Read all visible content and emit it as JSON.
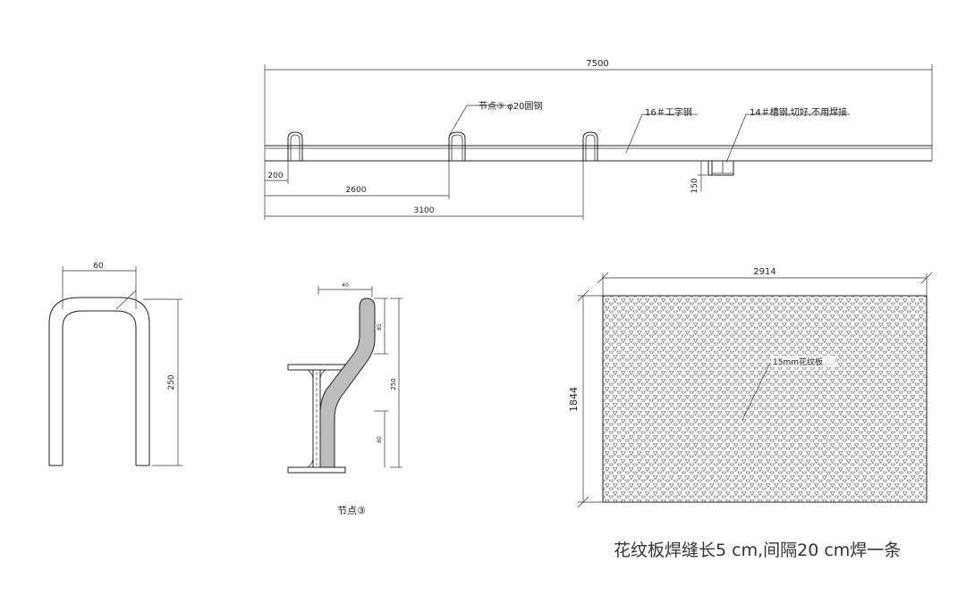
{
  "elevation": {
    "total_length": "7500",
    "edge_offset": "200",
    "dim_2600": "2600",
    "dim_3100": "3100",
    "channel_height": "150",
    "label_node": "节点③ φ20圆钢",
    "label_ibeam": "16＃工字钢",
    "label_channel": "14＃槽钢,切好,不用焊接"
  },
  "rebar_detail": {
    "width": "60",
    "height": "250"
  },
  "node_detail": {
    "top_width": "40",
    "dim_85": "85",
    "dim_250": "250",
    "dim_80": "80",
    "caption": "节点③"
  },
  "plate": {
    "width": "2914",
    "height": "1844",
    "label": "15mm花纹板",
    "pattern_color": "#555555"
  },
  "welding_note": "花纹板焊缝长5 cm,间隔20 cm焊一条"
}
